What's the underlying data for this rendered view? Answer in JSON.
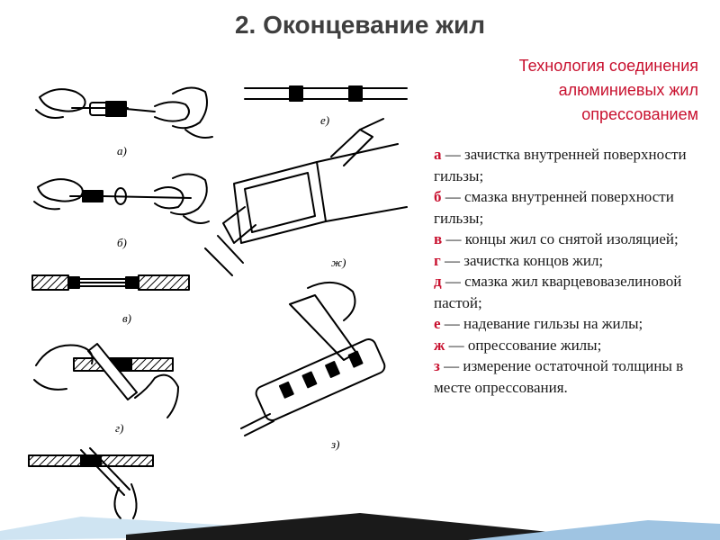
{
  "title": "2. Оконцевание жил",
  "subtitle_lines": [
    "Технология соединения",
    "алюминиевых жил",
    "опрессованием"
  ],
  "steps": [
    {
      "letter": "а",
      "text": " — зачистка внутренней поверхности гильзы;"
    },
    {
      "letter": "б",
      "text": " — смазка внутренней поверхности гильзы;"
    },
    {
      "letter": "в",
      "text": " — концы жил со снятой изоляцией;"
    },
    {
      "letter": "г",
      "text": " — зачистка концов жил;"
    },
    {
      "letter": "д",
      "text": " — смазка жил кварцевовазелиновой пастой;"
    },
    {
      "letter": "е",
      "text": " — надевание гильзы на жилы;"
    },
    {
      "letter": "ж",
      "text": " — опрессование жилы;"
    },
    {
      "letter": "з",
      "text": " — измерение остаточной толщины в месте опрессования."
    }
  ],
  "figure_labels": {
    "a": "а)",
    "b": "б)",
    "v": "в)",
    "g": "г)",
    "e": "е)",
    "zh": "ж)",
    "z": "з)"
  },
  "colors": {
    "accent": "#c8102e",
    "title": "#3f3f3f",
    "ink": "#1a1a1a"
  }
}
